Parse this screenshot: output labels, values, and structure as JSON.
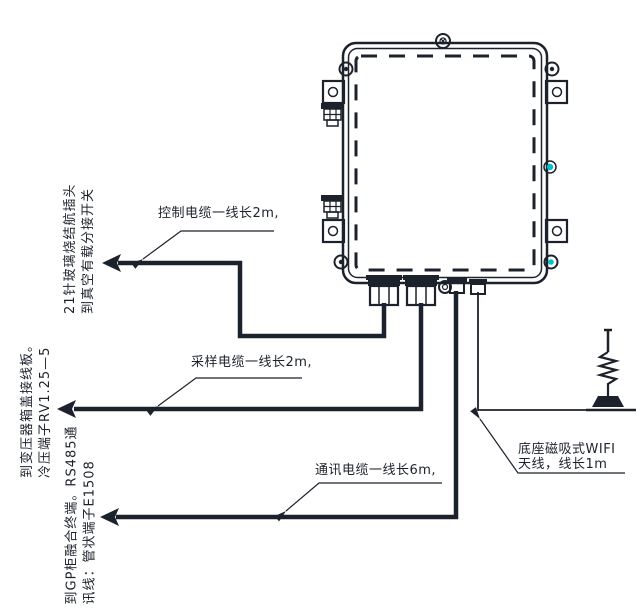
{
  "colors": {
    "line": "#1c222c",
    "accent": "#00c2cd",
    "background": "#ffffff"
  },
  "labels": {
    "control_cable": "控制电缆一线长2m,",
    "sampling_cable": "采样电缆一线长2m,",
    "comm_cable": "通讯电缆一线长6m,",
    "wifi_antenna": {
      "line1": "底座磁吸式WIFI",
      "line2": "天线，线长1m"
    },
    "control_destination": {
      "line1": "21针玻璃烧结航插头",
      "line2": "到真空有载分接开关"
    },
    "sampling_destination": {
      "line1": "到变压器箱盖接线板。",
      "line2": "冷压端子RV1.25—5"
    },
    "comm_destination": {
      "line1": "到GP柜融合终端。RS485通",
      "line2": "讯线：管状端子E1508"
    }
  }
}
